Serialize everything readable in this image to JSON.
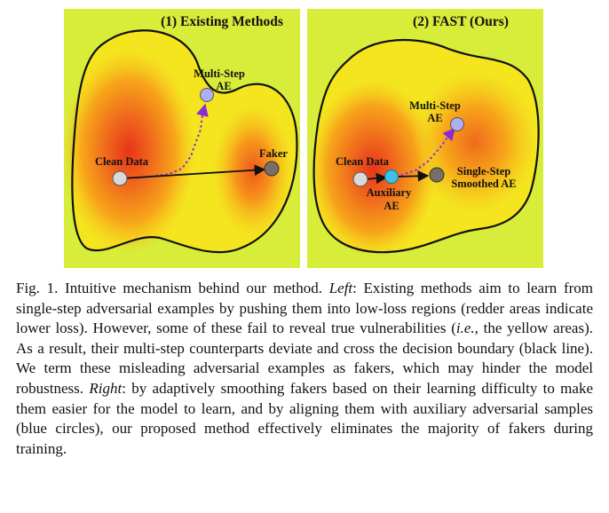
{
  "figure": {
    "left_panel": {
      "title": "(1) Existing Methods",
      "labels": {
        "clean_data": "Clean Data",
        "multi_step_line1": "Multi-Step",
        "multi_step_line2": "AE",
        "faker": "Faker"
      }
    },
    "right_panel": {
      "title": "(2) FAST (Ours)",
      "labels": {
        "clean_data": "Clean Data",
        "multi_step_line1": "Multi-Step",
        "multi_step_line2": "AE",
        "auxiliary_line1": "Auxiliary",
        "auxiliary_line2": "AE",
        "single_step_line1": "Single-Step",
        "single_step_line2": "Smoothed AE"
      }
    },
    "colors": {
      "outer_bg": "#d8ec3a",
      "region_yellow": "#f4e51f",
      "region_orange": "#f7a51a",
      "region_red": "#ef4a1c",
      "clean_dot": "#d9d9d9",
      "multi_step_dot": "#b0aef0",
      "faker_dot": "#7a6f67",
      "auxiliary_dot": "#38c3e8",
      "trajectory": "#8a2bd6"
    }
  },
  "caption": {
    "p1": "Fig. 1.  Intuitive mechanism behind our method. ",
    "left_label": "Left",
    "p2": ": Existing methods aim to learn from single-step adversarial examples by pushing them into low-loss regions (redder areas indicate lower loss). However, some of these fail to reveal true vulnerabilities (",
    "ie": "i.e.",
    "p3": ", the yellow areas). As a result, their multi-step counterparts deviate and cross the decision boundary (black line). We term these misleading adversarial examples as fakers, which may hinder the model robustness. ",
    "right_label": "Right",
    "p4": ": by adaptively smoothing fakers based on their learning difficulty to make them easier for the model to learn, and by aligning them with auxiliary adversarial samples (blue circles), our proposed method effectively eliminates the majority of fakers during training."
  }
}
